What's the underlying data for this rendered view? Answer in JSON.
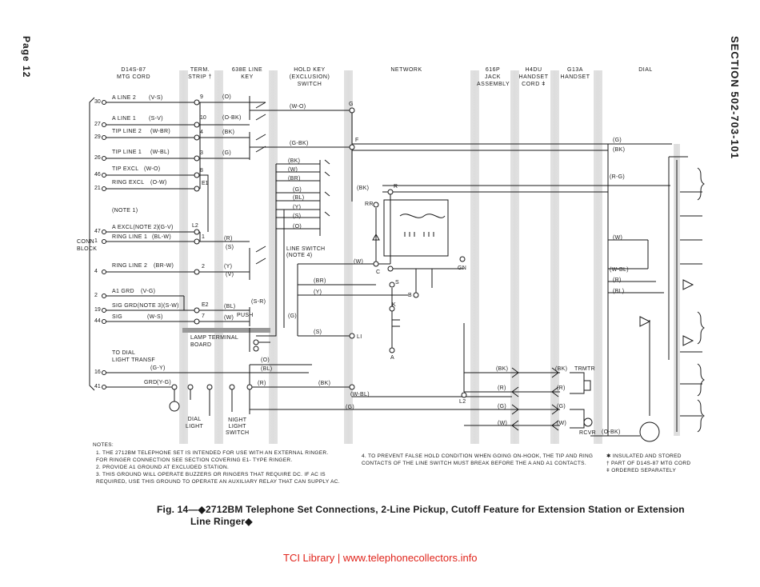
{
  "page": {
    "page_label": "Page 12",
    "section_label": "SECTION 502-703-101"
  },
  "headers": [
    {
      "text": "D14S-87\nMTG CORD"
    },
    {
      "text": "TERM.\nSTRIP †"
    },
    {
      "text": "638E LINE\nKEY"
    },
    {
      "text": "HOLD KEY\n(EXCLUSION)\nSWITCH"
    },
    {
      "text": "NETWORK"
    },
    {
      "text": "616P\nJACK\nASSEMBLY"
    },
    {
      "text": "H4DU\nHANDSET\nCORD ǂ"
    },
    {
      "text": "G13A\nHANDSET"
    },
    {
      "text": "DIAL"
    }
  ],
  "left_terms": [
    {
      "num": "30",
      "label": "A LINE 2",
      "color": "(V-S)",
      "strip": "9",
      "key": "(O)"
    },
    {
      "num": "27",
      "label": "A LINE 1",
      "color": "(S-V)",
      "strip": "10",
      "key": "(O-BK)"
    },
    {
      "num": "29",
      "label": "TIP LINE 2",
      "color": "(W-BR)",
      "strip": "4",
      "key": "(BK)"
    },
    {
      "num": "26",
      "label": "TIP LINE 1",
      "color": "(W-BL)",
      "strip": "3",
      "key": "(G)"
    },
    {
      "num": "46",
      "label": "TIP EXCL",
      "color": "(W-O)",
      "strip": "8",
      "key": ""
    },
    {
      "num": "21",
      "label": "RING EXCL",
      "color": "(O-W)",
      "strip": "E1",
      "key": ""
    },
    {
      "num": "47",
      "label": "A EXCL(NOTE 2)",
      "color": "(G-V)",
      "strip": "L2",
      "key": ""
    },
    {
      "num": "1",
      "label": "RING LINE 1",
      "color": "(BL-W)",
      "strip": "1",
      "key": "(R)"
    },
    {
      "num": "4",
      "label": "RING LINE 2",
      "color": "(BR-W)",
      "strip": "2",
      "key": "(Y)"
    },
    {
      "num": "2",
      "label": "A1 GRD",
      "color": "(V-G)",
      "strip": "",
      "key": ""
    },
    {
      "num": "19",
      "label": "SIG GRD(NOTE 3)",
      "color": "(S-W)",
      "strip": "E2",
      "key": "(BL)"
    },
    {
      "num": "44",
      "label": "SIG",
      "color": "(W-S)",
      "strip": "7",
      "key": "(W)"
    },
    {
      "num": "16",
      "label": "",
      "color": "(G-Y)",
      "strip": "",
      "key": ""
    },
    {
      "num": "41",
      "label": "GRD",
      "color": "(Y-G)",
      "strip": "",
      "key": ""
    }
  ],
  "labels": {
    "note1": "(NOTE 1)",
    "conn_block": "CONN\nBLOCK",
    "line_switch": "LINE SWITCH\n(NOTE 4)",
    "lamp_terminal": "LAMP TERMINAL\nBOARD",
    "to_dial": "TO DIAL\nLIGHT TRANSF",
    "dial_light": "DIAL\nLIGHT",
    "night_light": "NIGHT\nLIGHT\nSWITCH",
    "push": "PUSH",
    "trmtr": "TRMTR",
    "rcvr": "RCVR",
    "gn": "GN",
    "l2": "L2",
    "li": "LI",
    "a": "A",
    "rr": "RR",
    "r": "R",
    "c": "C",
    "b": "B",
    "f": "F",
    "g": "G",
    "k": "K",
    "s": "S"
  },
  "wire_codes": {
    "hold_wo": "(W-O)",
    "hold_gbk": "(G-BK)",
    "hold_bk": "(BK)",
    "hold_w": "(W)",
    "hold_br": "(BR)",
    "hold_g": "(G)",
    "hold_bl": "(BL)",
    "hold_y": "(Y)",
    "hold_s": "(S)",
    "hold_o": "(O)",
    "key_s": "(S)",
    "key_v": "(V)",
    "key_sr": "(S-R)",
    "net_bk": "(BK)",
    "net_w": "(W)",
    "ls_br": "(BR)",
    "ls_y": "(Y)",
    "ls_g": "(G)",
    "ls_s": "(S)",
    "dial_g": "(G)",
    "dial_bk": "(BK)",
    "dial_rg": "(R-G)",
    "dial_w": "(W)",
    "dial_wbl": "(W-BL)",
    "dial_r": "(R)",
    "dial_bl": "(BL)",
    "dial_obk": "(O-BK)",
    "bot_o": "(O)",
    "bot_bl": "(BL)",
    "bot_r": "(R)",
    "bot_gbk": "(BK)",
    "bot_wbl": "(W-BL)",
    "bot_g": "(G)",
    "jack_bk": "(BK)",
    "jack_r": "(R)",
    "jack_g": "(G)",
    "jack_w": "(W)",
    "hs_bk": "(BK)",
    "hs_r": "(R)",
    "hs_g": "(G)",
    "hs_w": "(W)"
  },
  "notes": {
    "heading": "NOTES:",
    "left": "1.  THE 2712BM TELEPHONE SET IS INTENDED FOR USE WITH AN EXTERNAL RINGER.\n     FOR RINGER CONNECTION SEE SECTION COVERING E1- TYPE RINGER.\n2.  PROVIDE A1 GROUND AT EXCLUDED STATION.\n3.  THIS GROUND WILL OPERATE BUZZERS OR  RINGERS THAT REQUIRE DC. IF AC IS\n     REQUIRED, USE THIS GROUND TO OPERATE AN AUXILIARY RELAY THAT CAN SUPPLY AC.",
    "middle": "4.  TO PREVENT FALSE HOLD CONDITION WHEN GOING ON-HOOK, THE TIP AND RING\n     CONTACTS OF THE LINE SWITCH MUST BREAK BEFORE THE A AND A1 CONTACTS.",
    "legend": "✱  INSULATED AND STORED\n†  PART OF D14S-87 MTG CORD\nǂ  ORDERED SEPARATELY"
  },
  "caption": {
    "line1": "Fig. 14—◆2712BM Telephone Set Connections, 2-Line Pickup, Cutoff Feature for Extension Station or Extension",
    "line2": "Line Ringer◆"
  },
  "footer": {
    "text": "TCI Library | www.telephonecollectors.info",
    "color": "#e0241b"
  }
}
